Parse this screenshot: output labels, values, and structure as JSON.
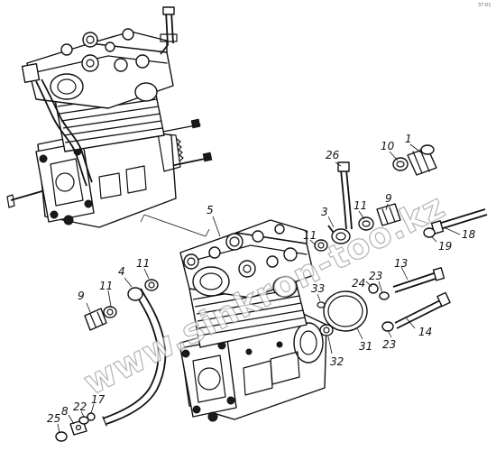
{
  "watermark": "www.sinkron-too.kz",
  "corner_mark": "37:01",
  "callouts": {
    "c1": "1",
    "c10": "10",
    "c26": "26",
    "c11a": "11",
    "c9a": "9",
    "c5": "5",
    "c3": "3",
    "c11b": "11",
    "c18": "18",
    "c19": "19",
    "c13": "13",
    "c24": "24",
    "c23a": "23",
    "c33": "33",
    "c14": "14",
    "c23b": "23",
    "c31": "31",
    "c32": "32",
    "c4": "4",
    "c11c": "11",
    "c9b": "9",
    "c11d": "11",
    "c25": "25",
    "c8": "8",
    "c22": "22",
    "c17": "17"
  },
  "palette": {
    "ink": "#111111",
    "paper": "#ffffff",
    "watermark_edge": "#9a9a9a"
  }
}
